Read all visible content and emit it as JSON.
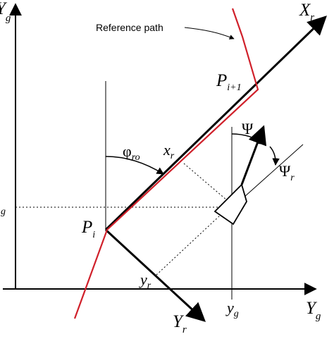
{
  "diagram": {
    "callout_reference_path": "Reference path",
    "labels": {
      "x_axis_global": {
        "main": "Y",
        "sub": "g"
      },
      "y_axis_global": {
        "main": "Y",
        "sub": "g"
      },
      "x_axis_robot": {
        "main": "X",
        "sub": "r"
      },
      "y_axis_robot": {
        "main": "Y",
        "sub": "r"
      },
      "point_i": {
        "main": "P",
        "sub": "i"
      },
      "point_i1": {
        "main": "P",
        "sub": "i+1"
      },
      "x_r": {
        "main": "x",
        "sub": "r"
      },
      "y_r": {
        "main": "y",
        "sub": "r"
      },
      "y_g_tick": {
        "main": "y",
        "sub": "g"
      },
      "g_left_tick": {
        "main": "",
        "sub": "g"
      },
      "phi": {
        "main": "φ",
        "sub": "ro"
      },
      "psi": {
        "main": "Ψ"
      },
      "psi_r": {
        "main": "Ψ",
        "sub": "r"
      }
    },
    "colors": {
      "path": "#d0202a",
      "ink": "#000000"
    }
  }
}
